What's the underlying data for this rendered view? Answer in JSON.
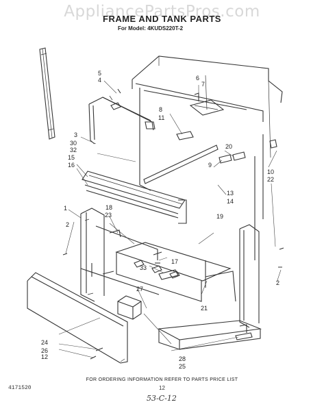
{
  "header": {
    "watermark": "AppliancePartsPros.com",
    "title": "FRAME AND TANK PARTS",
    "model": "For Model: 4KUDS220T-2"
  },
  "callouts": [
    {
      "id": "c5",
      "label": "5"
    },
    {
      "id": "c4",
      "label": "4"
    },
    {
      "id": "c6",
      "label": "6"
    },
    {
      "id": "c7",
      "label": "7"
    },
    {
      "id": "c8",
      "label": "8"
    },
    {
      "id": "c11",
      "label": "11"
    },
    {
      "id": "c3",
      "label": "3"
    },
    {
      "id": "c30",
      "label": "30"
    },
    {
      "id": "c32",
      "label": "32"
    },
    {
      "id": "c15",
      "label": "15"
    },
    {
      "id": "c16",
      "label": "16"
    },
    {
      "id": "c20",
      "label": "20"
    },
    {
      "id": "c9",
      "label": "9"
    },
    {
      "id": "c10",
      "label": "10"
    },
    {
      "id": "c22",
      "label": "22"
    },
    {
      "id": "c13",
      "label": "13"
    },
    {
      "id": "c14",
      "label": "14"
    },
    {
      "id": "c1",
      "label": "1"
    },
    {
      "id": "c18",
      "label": "18"
    },
    {
      "id": "c23",
      "label": "23"
    },
    {
      "id": "c19",
      "label": "19"
    },
    {
      "id": "c2a",
      "label": "2"
    },
    {
      "id": "c17",
      "label": "17"
    },
    {
      "id": "c33",
      "label": "33"
    },
    {
      "id": "c2b",
      "label": "2"
    },
    {
      "id": "c27",
      "label": "27"
    },
    {
      "id": "c21",
      "label": "21"
    },
    {
      "id": "c24",
      "label": "24"
    },
    {
      "id": "c26",
      "label": "26"
    },
    {
      "id": "c12",
      "label": "12"
    },
    {
      "id": "c28",
      "label": "28"
    },
    {
      "id": "c25",
      "label": "25"
    }
  ],
  "footer": {
    "ordering_note": "FOR ORDERING INFORMATION REFER TO PARTS PRICE LIST",
    "figure_code": "4171520",
    "page_number": "12",
    "handwritten": "53-C-12"
  }
}
